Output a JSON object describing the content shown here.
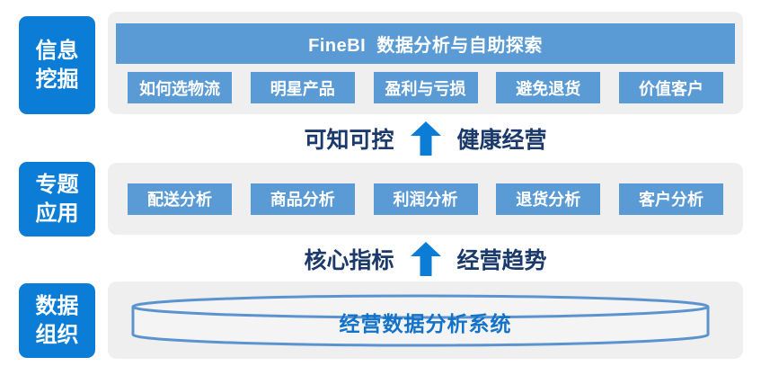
{
  "colors": {
    "accent_blue": "#0b7dd6",
    "panel_blue": "#5b9bd5",
    "panel_gray": "#efeff0",
    "navy_text": "#1b3a6b",
    "cylinder_stroke": "#5b93ce",
    "cylinder_text": "#1273c8"
  },
  "sections": [
    {
      "side_label": "信息\n挖掘",
      "header": "FineBI  数据分析与自助探索",
      "buttons": [
        "如何选物流",
        "明星产品",
        "盈利与亏损",
        "避免退货",
        "价值客户"
      ]
    },
    {
      "side_label": "专题\n应用",
      "buttons": [
        "配送分析",
        "商品分析",
        "利润分析",
        "退货分析",
        "客户分析"
      ]
    },
    {
      "side_label": "数据\n组织",
      "cylinder_label": "经营数据分析系统"
    }
  ],
  "connectors": [
    {
      "left": "可知可控",
      "right": "健康经营"
    },
    {
      "left": "核心指标",
      "right": "经营趋势"
    }
  ]
}
